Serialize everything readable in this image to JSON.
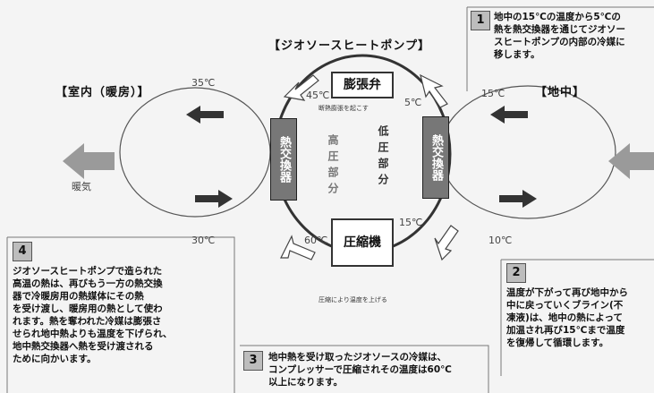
{
  "diagram": {
    "title": "【ジオソースヒートポンプ】",
    "left_label": "【室内（暖房）】",
    "right_label": "【地中】",
    "left_wind_label": "暖気",
    "expansion_valve": "膨張弁",
    "compressor": "圧縮機",
    "heat_exchanger_left": "熱交換器",
    "heat_exchanger_right": "熱交換器",
    "low_pressure": "低圧部分",
    "high_pressure": "高圧部分",
    "valve_caption": "断熱膨張を起こす",
    "compressor_caption": "圧縮により温度を上げる",
    "temps": {
      "left_top": "35℃",
      "left_bottom": "30℃",
      "right_top": "15℃",
      "right_bottom": "10℃",
      "loop_top_left": "45℃",
      "loop_top_right": "5℃",
      "loop_bottom_left": "60℃",
      "loop_bottom_right": "15℃"
    }
  },
  "notes": [
    {
      "num": "1",
      "text": "地中の15℃の温度から5℃の\n熱を熱交換器を通じてジオソー\nスヒートポンプの内部の冷媒に\n移します。"
    },
    {
      "num": "2",
      "text": "温度が下がって再び地中から\n中に戻っていくブライン(不\n凍液)は、地中の熱によって\n加温され再び15℃まで温度\nを復帰して循環します。"
    },
    {
      "num": "3",
      "text": "地中熱を受け取ったジオソースの冷媒は、\nコンプレッサーで圧縮されその温度は60℃\n以上になります。"
    },
    {
      "num": "4",
      "text": "ジオソースヒートポンプで造られた\n高温の熱は、再びもう一方の熱交換\n器で冷暖房用の熱媒体にその熱\nを受け渡し、暖房用の熱として使わ\nれます。熱を奪われた冷媒は膨張さ\nせられ地中熱よりも温度を下げられ、\n地中熱交換器へ熱を受け渡される\nために向かいます。"
    }
  ],
  "colors": {
    "hx_fill": "#777777",
    "arrow_fill": "#8a8a8a",
    "loop_stroke": "#333333"
  }
}
